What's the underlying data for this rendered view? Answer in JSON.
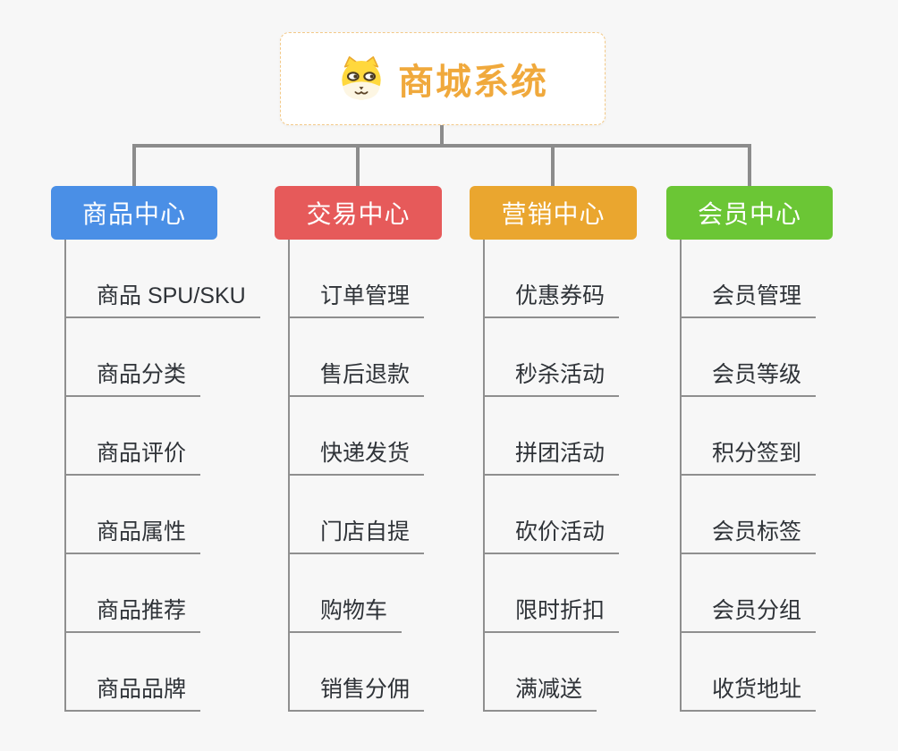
{
  "root": {
    "title": "商城系统",
    "icon": "dog-face-icon",
    "title_color": "#f0a93c",
    "border_color": "#f3c987"
  },
  "connector_color": "#8c8c8c",
  "background_color": "#f7f7f7",
  "branches": [
    {
      "label": "商品中心",
      "color": "#4a8fe6",
      "items": [
        "商品 SPU/SKU",
        "商品分类",
        "商品评价",
        "商品属性",
        "商品推荐",
        "商品品牌"
      ]
    },
    {
      "label": "交易中心",
      "color": "#e65a5a",
      "items": [
        "订单管理",
        "售后退款",
        "快递发货",
        "门店自提",
        "购物车",
        "销售分佣"
      ]
    },
    {
      "label": "营销中心",
      "color": "#eaa62f",
      "items": [
        "优惠券码",
        "秒杀活动",
        "拼团活动",
        "砍价活动",
        "限时折扣",
        "满减送"
      ]
    },
    {
      "label": "会员中心",
      "color": "#6bc635",
      "items": [
        "会员管理",
        "会员等级",
        "积分签到",
        "会员标签",
        "会员分组",
        "收货地址"
      ]
    }
  ]
}
